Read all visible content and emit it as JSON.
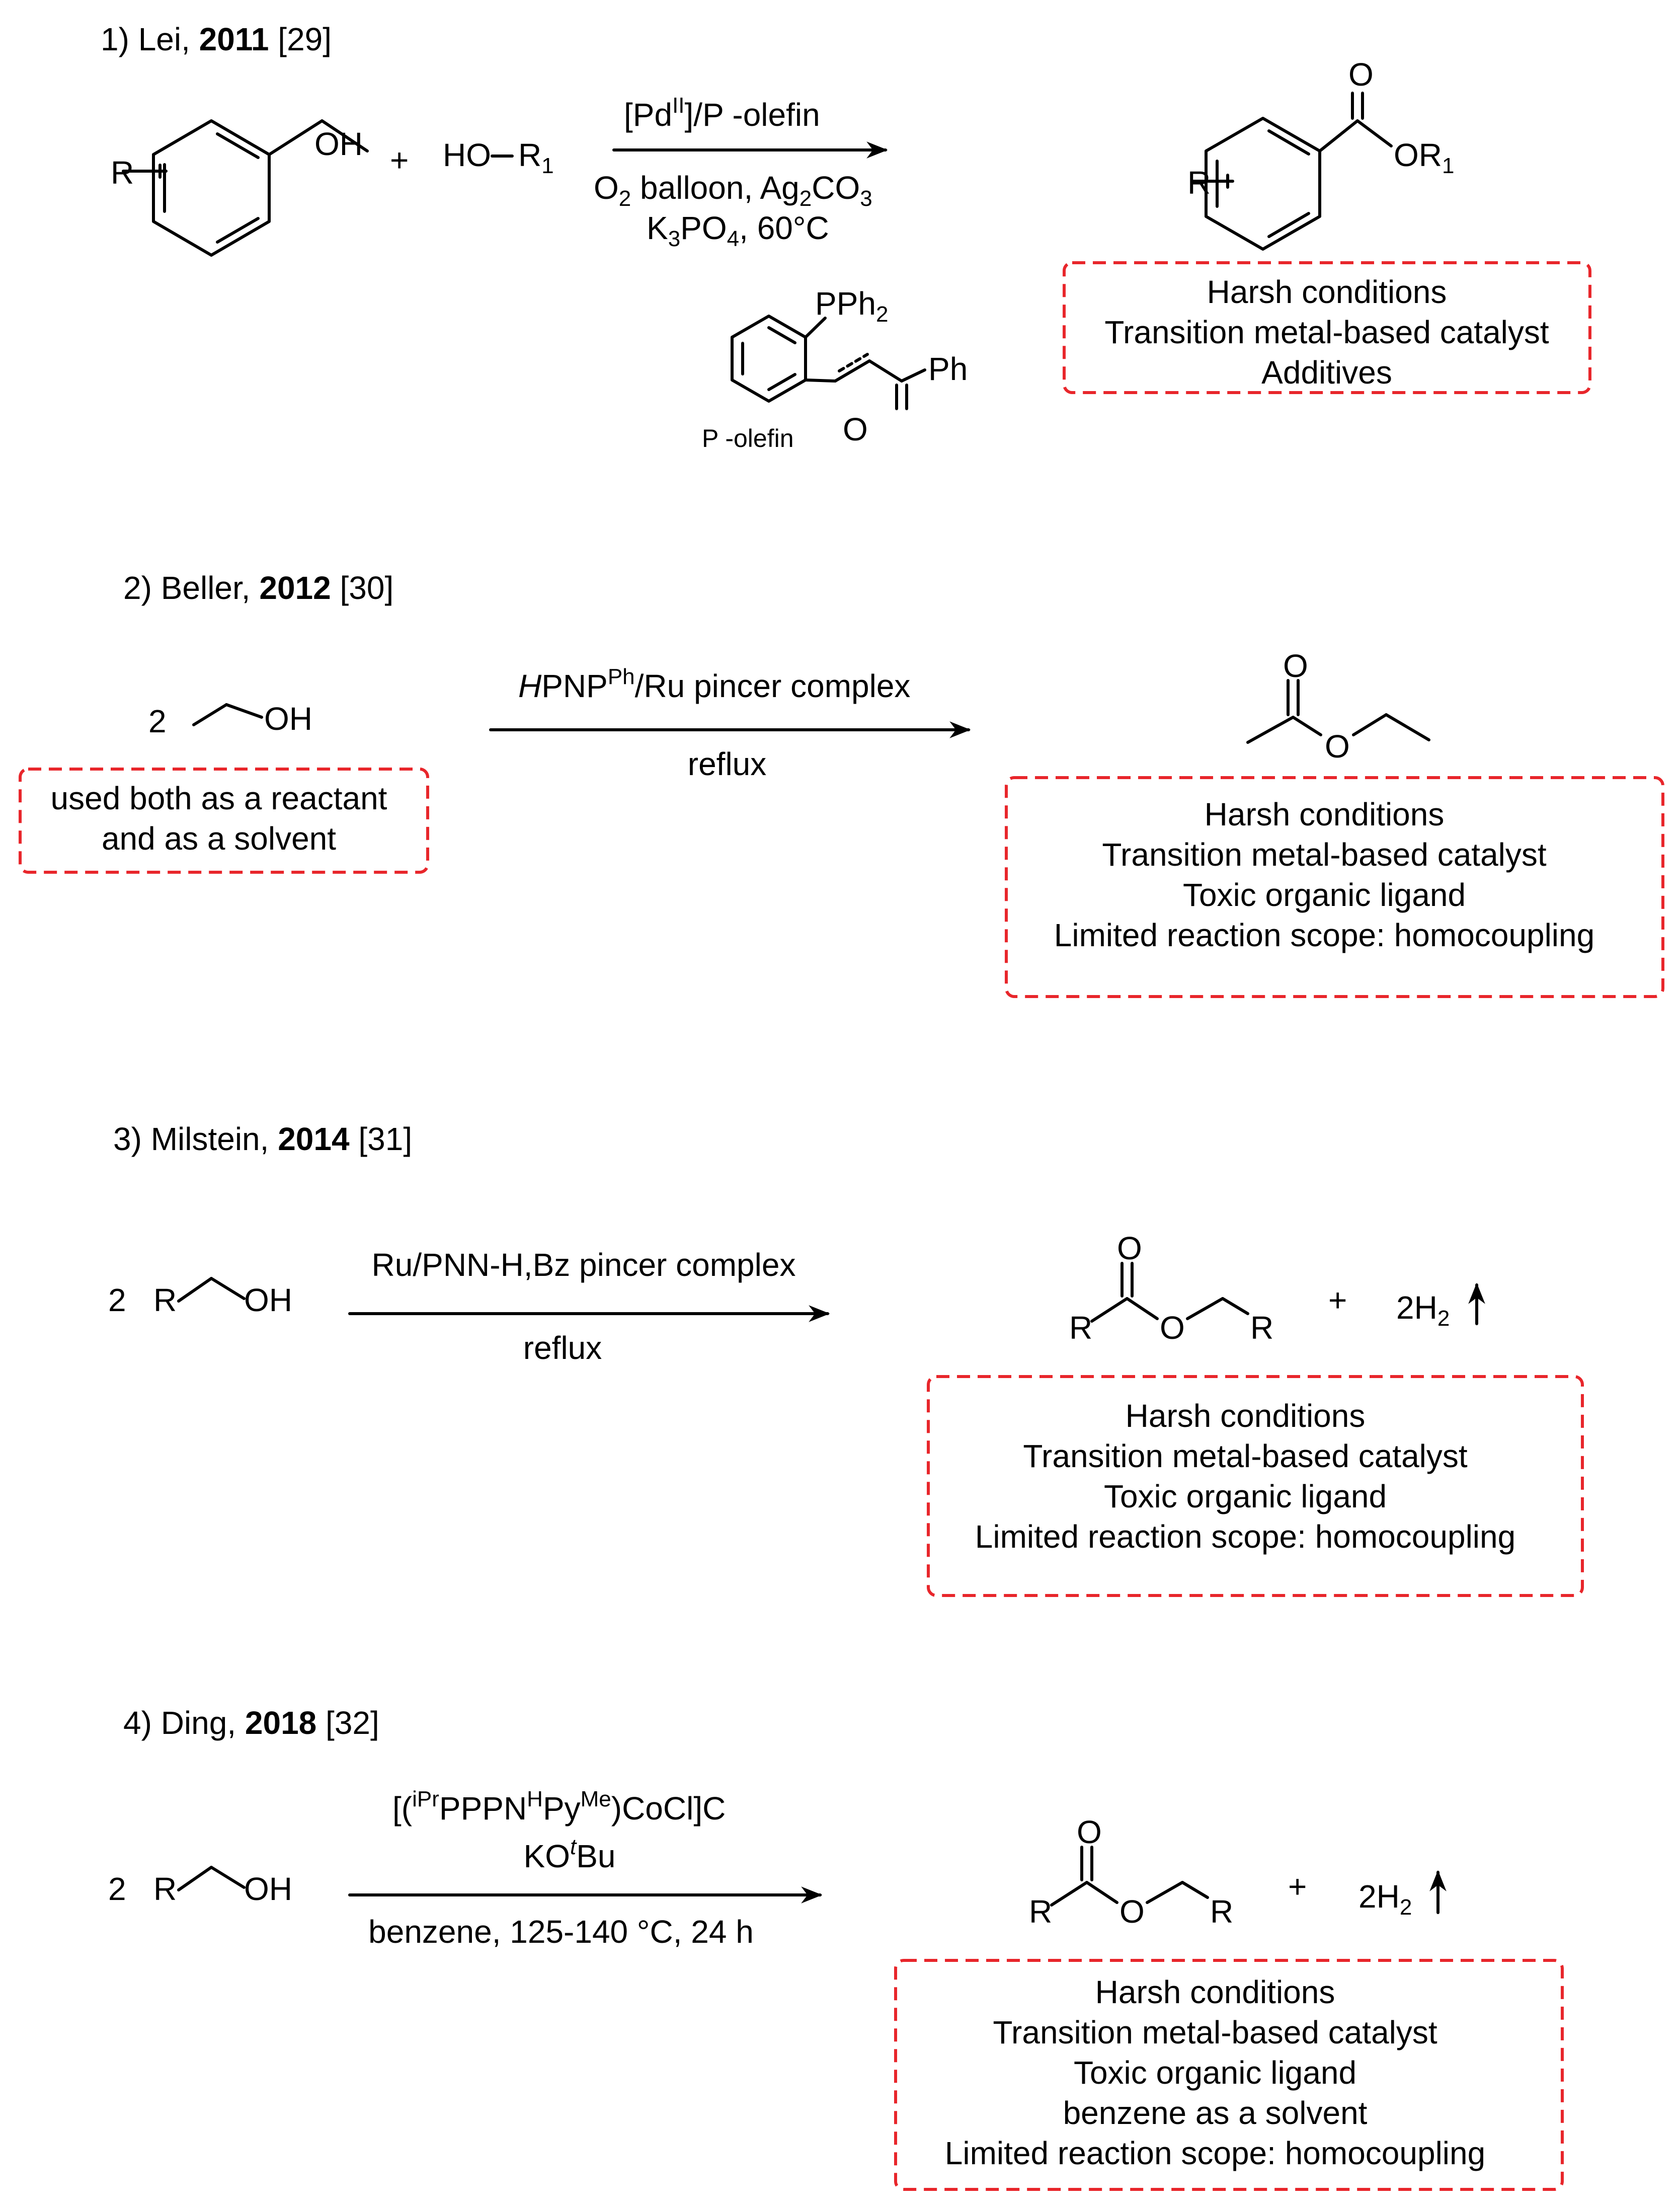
{
  "colors": {
    "ink": "#000000",
    "limitation_box_border": "#e8262b",
    "background": "#ffffff"
  },
  "common": {
    "two": "2",
    "plus": "+",
    "R": "R",
    "O": "O",
    "OH": "OH",
    "HO": "HO",
    "H2_coefficient": "2H",
    "H2_subscript": "2",
    "reflux": "reflux"
  },
  "reactions": [
    {
      "index": "1)",
      "author": "Lei,",
      "year": "2011",
      "ref": "[29]",
      "reactant_label": "R",
      "second_reactant": {
        "HO": "HO",
        "R": "R",
        "R_sub": "1"
      },
      "conditions": {
        "catalyst_pre": "[Pd",
        "catalyst_sup": "II",
        "catalyst_post": "]/P -olefin",
        "line2_a": "O",
        "line2_a_sub": "2",
        "line2_b": " balloon, Ag",
        "line2_b_sub": "2",
        "line2_c": "CO",
        "line2_c_sub": "3",
        "line3_a": "K",
        "line3_a_sub": "3",
        "line3_b": "PO",
        "line3_b_sub": "4",
        "line3_c": ", 60°C"
      },
      "ligand": {
        "pph": "PPh",
        "pph_sub": "2",
        "ph": "Ph",
        "o": "O",
        "name": "P -olefin"
      },
      "product": {
        "O": "O",
        "OR": "OR",
        "OR_sub": "1",
        "R": "R"
      },
      "limitations": [
        "Harsh conditions",
        "Transition metal-based catalyst",
        "Additives"
      ]
    },
    {
      "index": "2)",
      "author": "Beller,",
      "year": "2012",
      "ref": "[30]",
      "coefficient": "2",
      "reactant_note": [
        "used both as a reactant",
        "and as a solvent"
      ],
      "conditions": {
        "cat_italic": "H",
        "cat_a": "PNP",
        "cat_sup": "Ph",
        "cat_b": "/Ru pincer complex",
        "below": "reflux"
      },
      "product": {
        "O_top": "O",
        "O_ester": "O"
      },
      "limitations": [
        "Harsh conditions",
        "Transition metal-based catalyst",
        "Toxic organic ligand",
        "Limited reaction scope: homocoupling"
      ]
    },
    {
      "index": "3)",
      "author": "Milstein,",
      "year": "2014",
      "ref": "[31]",
      "conditions": {
        "above": "Ru/PNN-H,Bz pincer complex",
        "below": "reflux"
      },
      "limitations": [
        "Harsh conditions",
        "Transition metal-based catalyst",
        "Toxic organic ligand",
        "Limited reaction scope: homocoupling"
      ]
    },
    {
      "index": "4)",
      "author": "Ding,",
      "year": "2018",
      "ref": "[32]",
      "conditions": {
        "cat_a": "[(",
        "cat_sup1": "iPr",
        "cat_b": "PPPN",
        "cat_sup2": "H",
        "cat_c": "Py",
        "cat_sup3": "Me",
        "cat_d": ")CoCl]C",
        "base_a": "KO",
        "base_italic": "t",
        "base_b": "Bu",
        "below": "benzene, 125-140 °C, 24 h"
      },
      "limitations": [
        "Harsh conditions",
        "Transition metal-based catalyst",
        "Toxic organic ligand",
        "benzene as a solvent",
        "Limited reaction scope: homocoupling"
      ]
    }
  ]
}
